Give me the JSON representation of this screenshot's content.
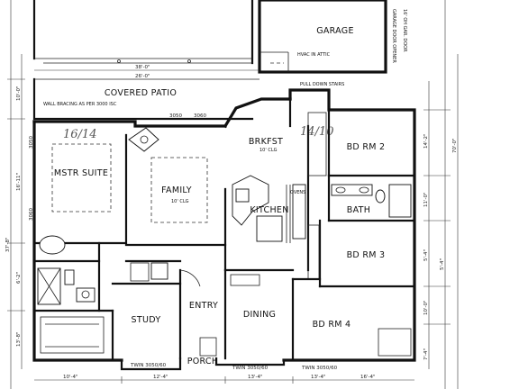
{
  "rooms": {
    "garage": "GARAGE",
    "covered_patio": "COVERED PATIO",
    "brkfst": "BRKFST",
    "brkfst_clg": "10' CLG",
    "mstr_suite": "MSTR SUITE",
    "family": "FAMILY",
    "family_clg": "10' CLG",
    "bd_rm_2": "BD RM 2",
    "bath": "BATH",
    "kitchen": "KITCHEN",
    "bd_rm_3": "BD RM 3",
    "entry": "ENTRY",
    "study": "STUDY",
    "dining": "DINING",
    "bd_rm_4": "BD RM 4",
    "porch": "PORCH"
  },
  "notes": {
    "hvac": "HVAC IN ATTIC",
    "pull_down": "PULL DOWN STAIRS",
    "wall_bracing": "WALL BRACING AS PER 3000 ISC",
    "garage_door_left": "GARAGE DOOR OPENER",
    "garage_door_right": "16' OH GAR. DOOR",
    "ovens": "OVENS"
  },
  "handwritten": {
    "master": "16/14",
    "breakfast": "14/10"
  },
  "dimensions": {
    "top_overall": "38'-0\"",
    "patio_top": "26'-0\"",
    "patio_left": "10'-0\"",
    "left_upper": "16'-11\"",
    "left_overall": "37'-8\"",
    "left_mid": "6'-2\"",
    "left_lower": "13'-8\"",
    "bottom_left_a": "10'-4\"",
    "bottom_left_b": "12'-4\"",
    "bottom_mid": "13'-4\"",
    "bottom_right_a": "13'-4\"",
    "bottom_right_b": "16'-4\"",
    "right_overall": "70'-0\"",
    "right_a": "14'-2\"",
    "right_b": "11'-0\"",
    "right_c": "5'-4\"",
    "right_d": "10'-0\"",
    "right_e": "5'-4\"",
    "right_f": "7'-4\"",
    "window_1": "3050",
    "window_2": "3060",
    "window_3": "3050",
    "window_4": "3060",
    "twin_1": "TWIN 3050/60",
    "twin_2": "TWIN 3050/60",
    "twin_3": "TWIN 3050/60"
  }
}
